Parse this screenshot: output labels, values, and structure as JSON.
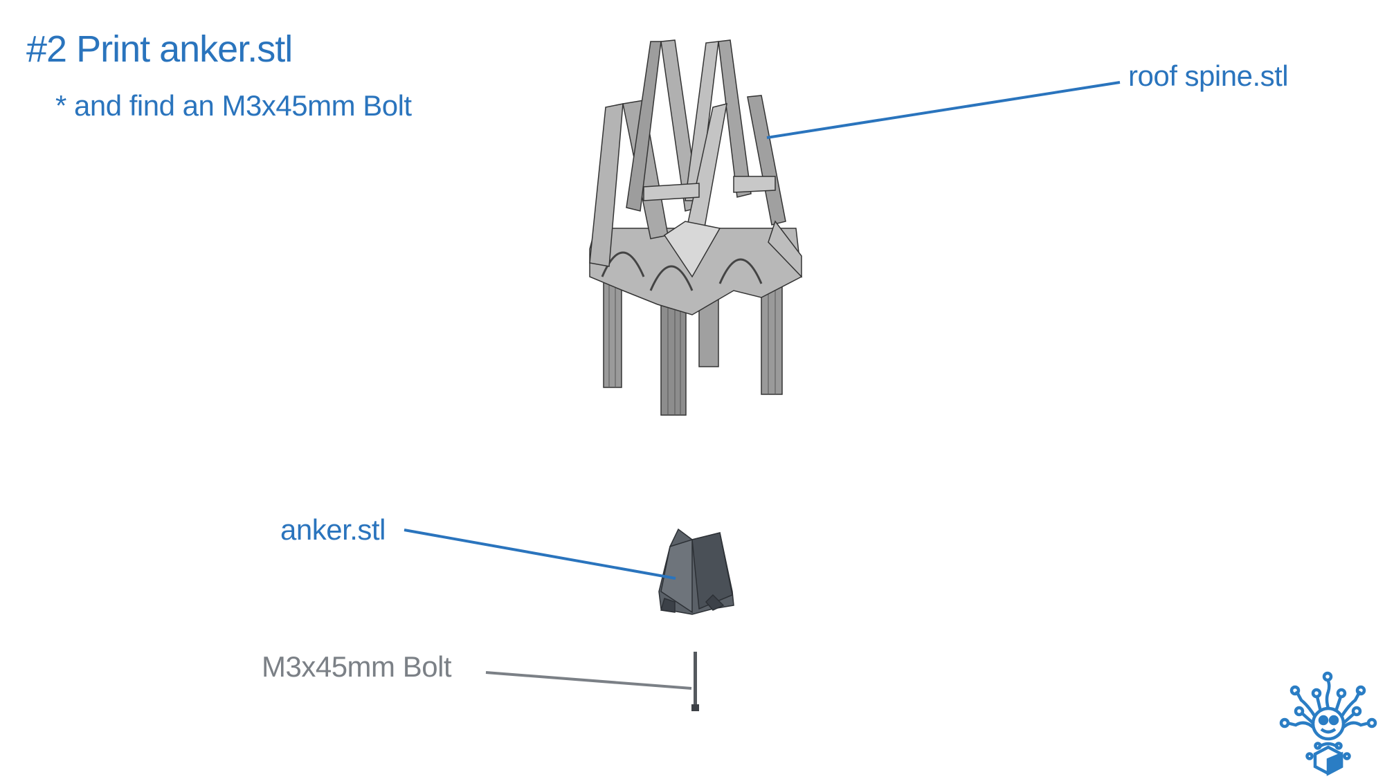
{
  "slide": {
    "title": "#2 Print anker.stl",
    "subtitle": "* and find an M3x45mm Bolt"
  },
  "labels": {
    "roof": "roof spine.stl",
    "anker": "anker.stl",
    "bolt": "M3x45mm Bolt"
  },
  "colors": {
    "accent": "#2a74bd",
    "gray_label": "#7b8086"
  }
}
